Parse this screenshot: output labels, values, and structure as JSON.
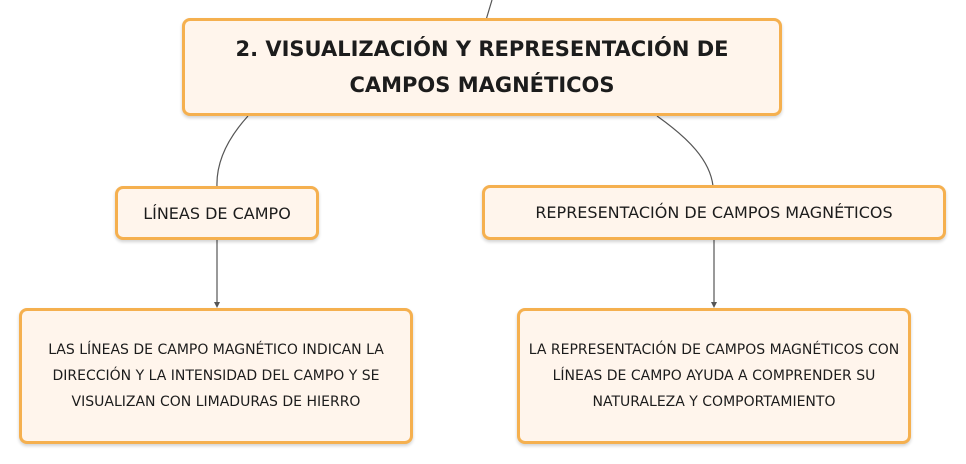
{
  "map": {
    "root": {
      "title": "2. VISUALIZACIÓN Y REPRESENTACIÓN DE CAMPOS MAGNÉTICOS"
    },
    "branches": [
      {
        "label": "LÍNEAS DE CAMPO",
        "detail": "LAS LÍNEAS DE CAMPO MAGNÉTICO INDICAN LA DIRECCIÓN Y LA INTENSIDAD DEL CAMPO Y SE VISUALIZAN CON LIMADURAS DE HIERRO"
      },
      {
        "label": "REPRESENTACIÓN DE CAMPOS MAGNÉTICOS",
        "detail": "LA REPRESENTACIÓN DE CAMPOS MAGNÉTICOS CON LÍNEAS DE CAMPO AYUDA A COMPRENDER SU NATURALEZA Y COMPORTAMIENTO"
      }
    ]
  },
  "colors": {
    "node_border": "#f5b04f",
    "node_fill": "#fff5ec",
    "connector": "#555555"
  }
}
